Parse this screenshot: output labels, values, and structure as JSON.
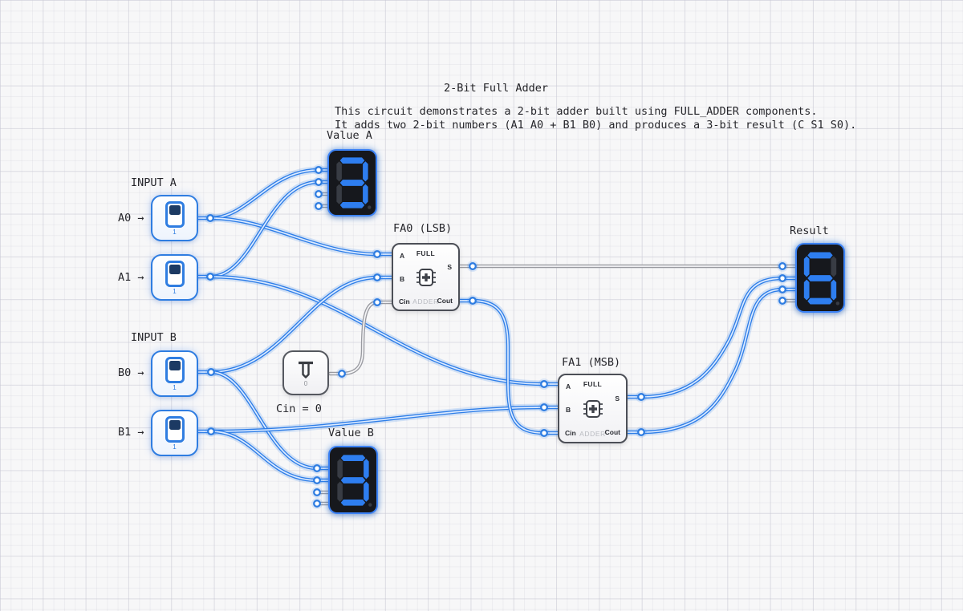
{
  "header": {
    "title": "2-Bit Full Adder",
    "description_line1": "This circuit demonstrates a 2-bit adder built using FULL_ADDER components.",
    "description_line2": "It adds two 2-bit numbers (A1 A0 + B1 B0) and produces a 3-bit result (C S1 S0)."
  },
  "labels": {
    "input_a": "INPUT A",
    "input_b": "INPUT B",
    "a0": "A0 →",
    "a1": "A1 →",
    "b0": "B0 →",
    "b1": "B1 →",
    "value_a": "Value A",
    "value_b": "Value B",
    "fa0": "FA0 (LSB)",
    "fa1": "FA1 (MSB)",
    "cin": "Cin = 0",
    "result": "Result"
  },
  "switches": [
    {
      "id": "A0",
      "value": "1"
    },
    {
      "id": "A1",
      "value": "1"
    },
    {
      "id": "B0",
      "value": "1"
    },
    {
      "id": "B1",
      "value": "1"
    }
  ],
  "displays": [
    {
      "id": "value-a",
      "digit": "3"
    },
    {
      "id": "value-b",
      "digit": "3"
    },
    {
      "id": "result",
      "digit": "6"
    }
  ],
  "adders": [
    {
      "id": "FA0",
      "name_top": "FULL",
      "name_bottom": "ADDER",
      "ports": {
        "a": "A",
        "b": "B",
        "cin": "Cin",
        "s": "S",
        "cout": "Cout"
      }
    },
    {
      "id": "FA1",
      "name_top": "FULL",
      "name_bottom": "ADDER",
      "ports": {
        "a": "A",
        "b": "B",
        "cin": "Cin",
        "s": "S",
        "cout": "Cout"
      }
    }
  ],
  "constant": {
    "value": "0"
  },
  "colors": {
    "accent": "#2f7de1",
    "wire_on": "#2e7ee8",
    "wire_on_core": "#ddebff",
    "wire_off": "#9a9ba1",
    "wire_off_core": "#f6f6f8",
    "display_lit": "#2e7ef0",
    "display_unlit": "#383c44",
    "display_body": "#16181d"
  }
}
